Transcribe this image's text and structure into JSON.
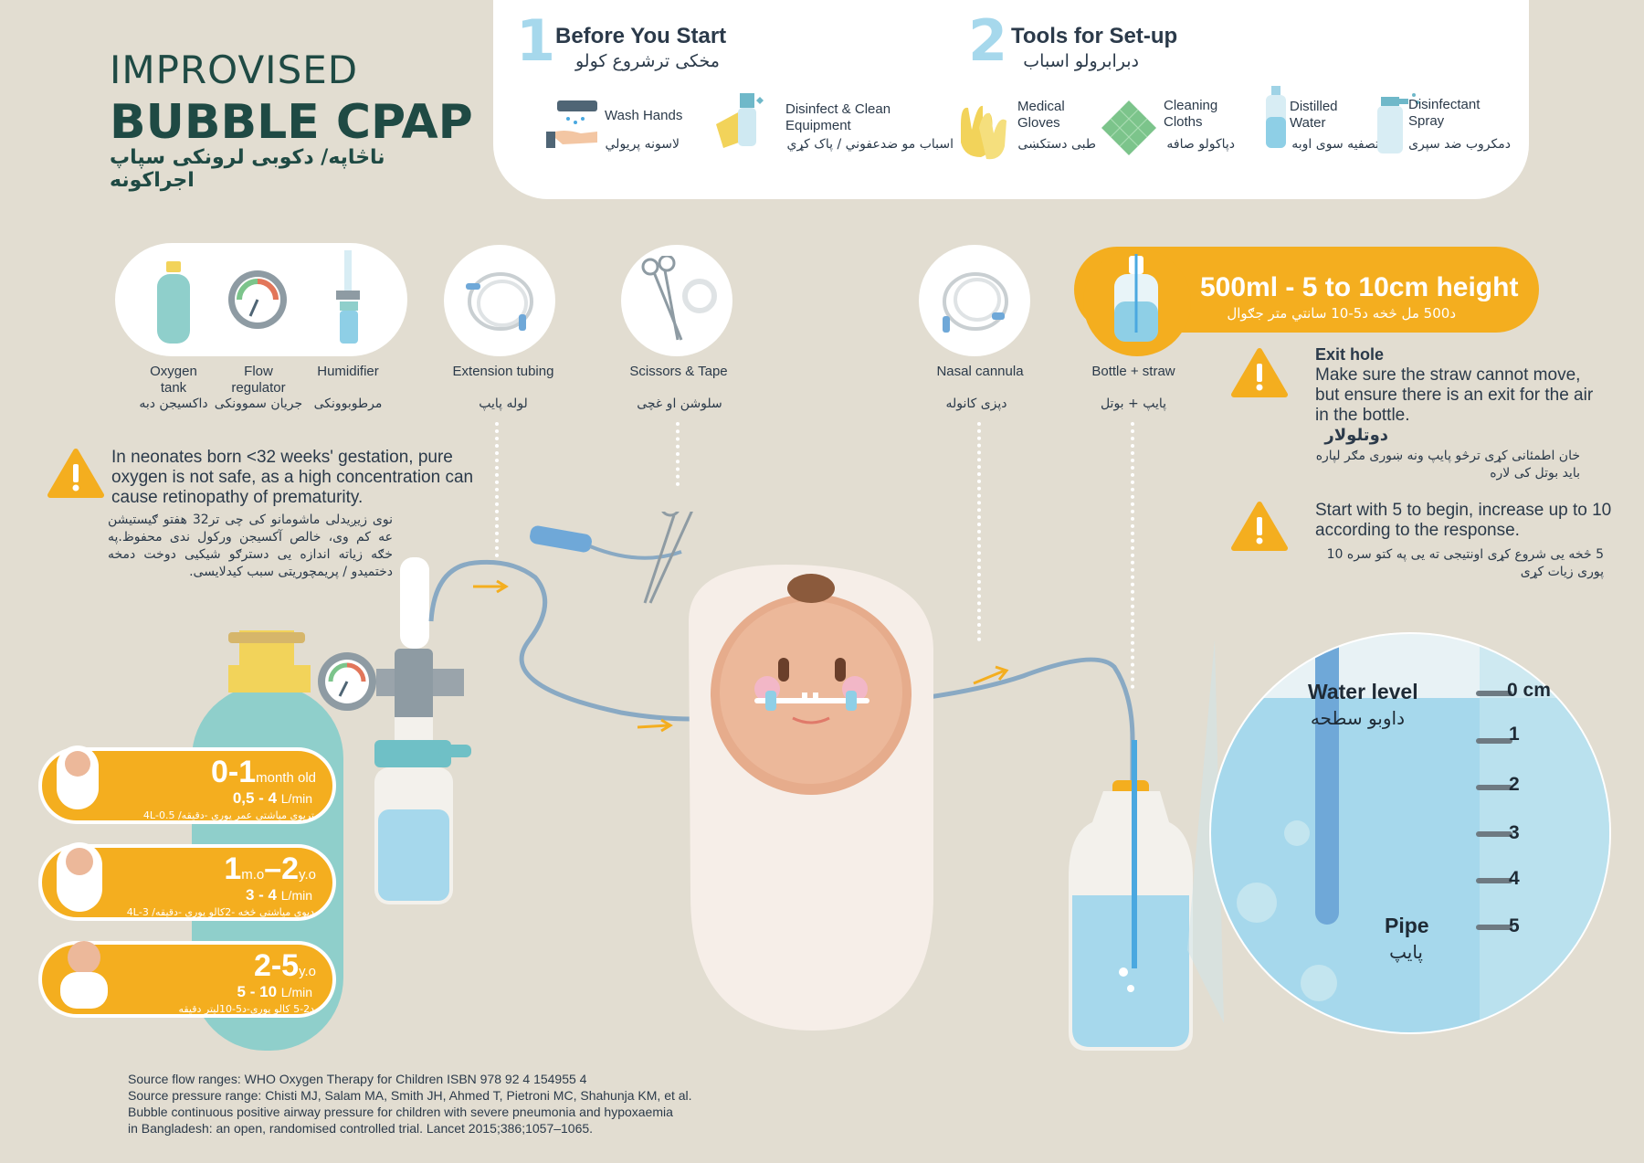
{
  "title": {
    "line1": "IMPROVISED",
    "line2": "BUBBLE CPAP",
    "pashto": "ناڅاپه/ دکوبی لرونکی سپاپ اجراکونه"
  },
  "steps": [
    {
      "number": "1",
      "title": "Before You Start",
      "pashto": "مخکی ترشروع کولو"
    },
    {
      "number": "2",
      "title": "Tools for Set-up",
      "pashto": "دبرابرولو اسباب"
    }
  ],
  "tools": [
    {
      "label": "Wash Hands",
      "pashto": "لاسونه پريولي",
      "icon": "wash-hands-icon"
    },
    {
      "label": "Disinfect & Clean Equipment",
      "pashto": "اسباب مو ضدعفوني / پاک کړي",
      "icon": "disinfect-equipment-icon"
    },
    {
      "label": "Medical Gloves",
      "pashto": "طبی دستکښی",
      "icon": "gloves-icon"
    },
    {
      "label": "Cleaning Cloths",
      "pashto": "دپاکولو صافه",
      "icon": "cleaning-cloth-icon"
    },
    {
      "label": "Distilled Water",
      "pashto": "تصفیه سوی اوبه",
      "icon": "distilled-water-icon"
    },
    {
      "label": "Disinfectant Spray",
      "pashto": "دمکروب ضد سپری",
      "icon": "spray-icon"
    }
  ],
  "equipment": [
    {
      "label": "Oxygen tank",
      "pashto": "داکسیجن دبه",
      "icon": "oxygen-tank-icon"
    },
    {
      "label": "Flow regulator",
      "pashto": "جریان سموونکی",
      "icon": "flow-regulator-icon"
    },
    {
      "label": "Humidifier",
      "pashto": "مرطوبوونکی",
      "icon": "humidifier-icon"
    },
    {
      "label": "Extension tubing",
      "pashto": "لوله پایپ",
      "icon": "tubing-icon"
    },
    {
      "label": "Scissors & Tape",
      "pashto": "سلوشن او غچی",
      "icon": "scissors-icon"
    },
    {
      "label": "Nasal cannula",
      "pashto": "دپزی کانوله",
      "icon": "cannula-icon"
    },
    {
      "label": "Bottle + straw",
      "pashto": "پایپ + بوتل",
      "icon": "bottle-icon"
    }
  ],
  "bottle_banner": {
    "title": "500ml - 5 to 10cm height",
    "pashto": "د500 مل څخه د5-10 سانتي متر جګوال"
  },
  "warnings": {
    "neonates": {
      "text": "In neonates born <32 weeks' gestation, pure oxygen is not safe, as a high concentration can cause retinopathy of prematurity.",
      "pashto": "نوی زیږیدلی ماشومانو کی چی تر32 هفتو ګیستیشن عه کم وی، خالص آکسیجن ورکول ندی محفوظ.په خګه زیاته اندازه یی دسترګو شیکیی دوخت دمخه دختمیدو / پریمچوریتی سبب کیدلایسی."
    },
    "exit_hole": {
      "title": "Exit hole",
      "text": "Make sure the straw cannot move, but ensure there is an exit for the air in the bottle.",
      "pashto_title": "دوتلولار",
      "pashto": "خان اطمئانی کړی ترڅو پایپ ونه ښوری مګر لپاره باید بوتل کی لاره"
    },
    "start": {
      "text": "Start with 5 to begin, increase up to 10 according to the response.",
      "pashto": "5 څخه یی شروع کړی اونتیجی ته یی په کتو سره 10 پوری زیات کړی"
    }
  },
  "age_ranges": [
    {
      "age": "0-1",
      "unit": "month old",
      "flow": "0,5 - 4",
      "flow_unit": "L/min",
      "pashto": "تریوی میاشتی عمر پوری -دقیقه/ 0.5-4L"
    },
    {
      "age": "1m.o-2y.o",
      "age_a": "1",
      "age_a_unit": "m.o",
      "age_sep": "–",
      "age_b": "2",
      "age_b_unit": "y.o",
      "flow": "3 - 4",
      "flow_unit": "L/min",
      "pashto": "دیوی میاشتی څخه -2کالو پوری -دقیقه/ 3-4L"
    },
    {
      "age": "2-5",
      "unit": "y.o",
      "flow": "5 - 10",
      "flow_unit": "L/min",
      "pashto": "د2-5 کالو پوری-د5-10لیتر دقیقه"
    }
  ],
  "zoom": {
    "water_level": "Water level",
    "water_level_ps": "داوبو سطحه",
    "pipe": "Pipe",
    "pipe_ps": "پایپ",
    "scale": [
      "0 cm",
      "1",
      "2",
      "3",
      "4",
      "5"
    ]
  },
  "sources": [
    "Source flow ranges: WHO Oxygen Therapy for Children ISBN 978 92 4 154955 4",
    "Source pressure range: Chisti MJ, Salam MA, Smith JH, Ahmed T, Pietroni MC, Shahunja KM, et al.",
    "Bubble continuous positive airway pressure for children with severe pneumonia and hypoxaemia",
    "in Bangladesh: an open, randomised controlled trial. Lancet 2015;386;1057–1065."
  ],
  "colors": {
    "background": "#e2ddd1",
    "accent_orange": "#f4ae1f",
    "title_green": "#1f4a44",
    "water_blue": "#a6d8ec",
    "teal": "#8fcfcb"
  }
}
